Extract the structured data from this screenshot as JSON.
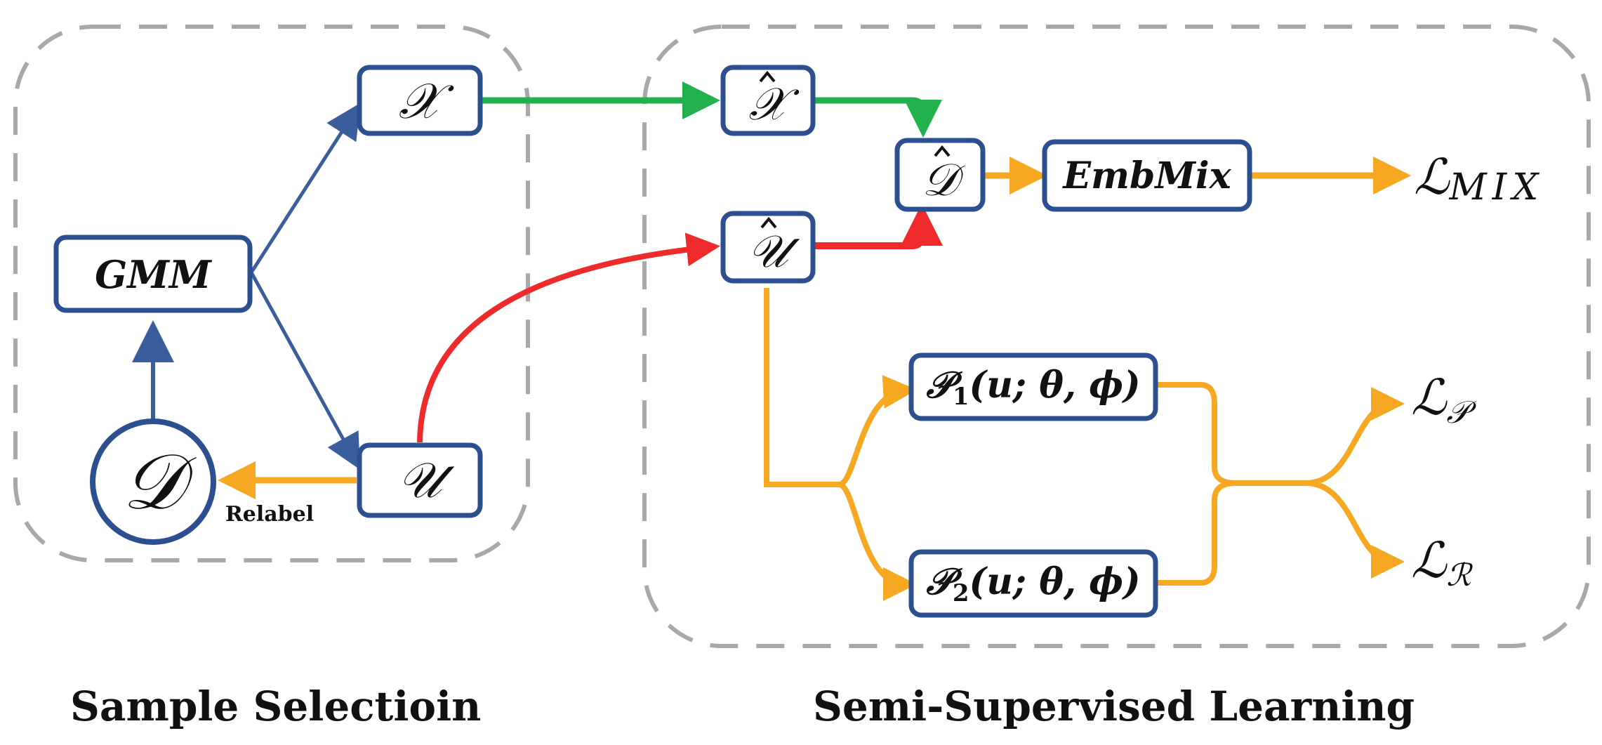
{
  "groups": {
    "left": {
      "caption": "Sample Selectioin"
    },
    "right": {
      "caption": "Semi-Supervised Learning"
    }
  },
  "nodes": {
    "x": "𝒳",
    "gmm": "GMM",
    "u": "𝒰",
    "d": "𝒟",
    "x_hat": "𝒳",
    "u_hat": "𝒰",
    "d_hat": "𝒟",
    "embmix": "EmbMix",
    "p1": {
      "name": "𝒫",
      "sub": "1",
      "args": "(u; θ, ϕ)"
    },
    "p2": {
      "name": "𝒫",
      "sub": "2",
      "args": "(u; θ, ϕ)"
    }
  },
  "losses": {
    "mix": {
      "name": "ℒ",
      "sub": "MIX"
    },
    "p": {
      "name": "ℒ",
      "sub": "𝒫"
    },
    "r": {
      "name": "ℒ",
      "sub": "ℛ"
    }
  },
  "edge_labels": {
    "relabel": "Relabel"
  },
  "colors": {
    "node_border": "#2b4f8f",
    "blue_arrow": "#3a5e9c",
    "green_arrow": "#22b14c",
    "red_arrow": "#ee2a2a",
    "orange_arrow": "#f7a823",
    "dashed_border": "#a8a8a8"
  }
}
